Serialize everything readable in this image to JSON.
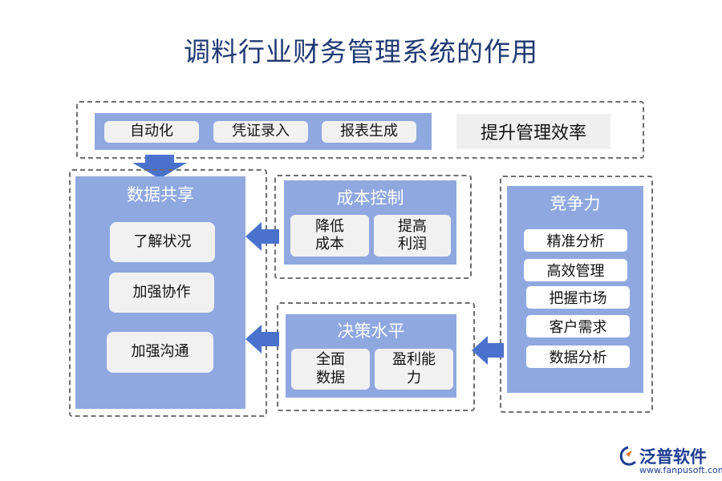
{
  "title": "调料行业财务管理系统的作用",
  "efficiency": {
    "items": [
      "自动化",
      "凭证录入",
      "报表生成"
    ],
    "label": "提升管理效率"
  },
  "data_sharing": {
    "title": "数据共享",
    "items": [
      "了解状况",
      "加强协作",
      "加强沟通"
    ]
  },
  "cost_control": {
    "title": "成本控制",
    "items": [
      "降低\n成本",
      "提高\n利润"
    ]
  },
  "decision": {
    "title": "决策水平",
    "items": [
      "全面\n数据",
      "盈利能\n力"
    ]
  },
  "competitiveness": {
    "title": "竞争力",
    "items": [
      "精准分析",
      "高效管理",
      "把握市场",
      "客户需求",
      "数据分析"
    ]
  },
  "logo": {
    "name": "泛普软件",
    "url": "www.fanpusoft.com",
    "color": "#1f3e91"
  },
  "colors": {
    "title": "#213a73",
    "panel": "#8fa8e0",
    "arrow": "#4a72cc"
  }
}
